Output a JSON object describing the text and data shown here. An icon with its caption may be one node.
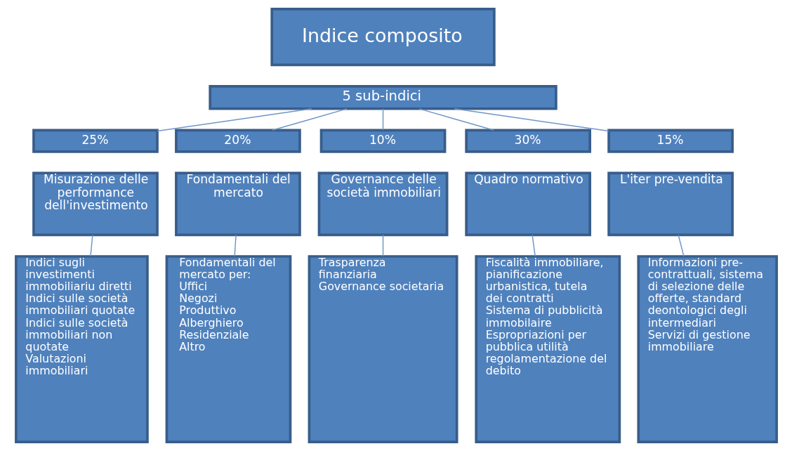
{
  "diagram": {
    "nodes": [
      {
        "text": [
          "Indice composito"
        ]
      },
      {
        "text": [
          "5 sub-indici"
        ]
      },
      {
        "text": [
          "25%"
        ]
      },
      {
        "text": [
          "20%"
        ]
      },
      {
        "text": [
          "10%"
        ]
      },
      {
        "text": [
          "30%"
        ]
      },
      {
        "text": [
          "15%"
        ]
      },
      {
        "text": [
          "Misurazione delle performance dell'investimento"
        ]
      },
      {
        "text": [
          "Fondamentali del mercato"
        ]
      },
      {
        "text": [
          "Governance delle società immobiliari"
        ]
      },
      {
        "text": [
          "Quadro normativo"
        ]
      },
      {
        "text": [
          "L'iter pre-vendita"
        ]
      },
      {
        "text": [
          "Indici sugli investimenti immobiliariu diretti",
          "Indici sulle società immobiliari quotate",
          "Indici sulle società immobiliari non quotate",
          "Valutazioni immobiliari"
        ]
      },
      {
        "text": [
          "Fondamentali del mercato per:",
          "Uffici",
          "Negozi",
          "Produttivo",
          "Alberghiero",
          "Residenziale",
          "Altro"
        ]
      },
      {
        "text": [
          "Trasparenza finanziaria",
          "Governance societaria"
        ]
      },
      {
        "text": [
          "Fiscalità immobiliare, pianificazione urbanistica, tutela dei contratti",
          "Sistema di pubblicità immobilaire",
          "Espropriazioni per pubblica utilità",
          "regolamentazione del debito"
        ]
      },
      {
        "text": [
          "Informazioni pre-contrattuali, sistema di selezione delle offerte, standard deontologici degli intermediari",
          "Servizi di gestione immobiliare"
        ]
      }
    ],
    "edges": [
      {
        "from": 1,
        "to": 2,
        "arrow": "none"
      },
      {
        "from": 1,
        "to": 3,
        "arrow": "none"
      },
      {
        "from": 1,
        "to": 4,
        "arrow": "none"
      },
      {
        "from": 1,
        "to": 5,
        "arrow": "none"
      },
      {
        "from": 1,
        "to": 6,
        "arrow": "none"
      },
      {
        "from": 7,
        "to": 12,
        "arrow": "none"
      },
      {
        "from": 8,
        "to": 13,
        "arrow": "none"
      },
      {
        "from": 9,
        "to": 14,
        "arrow": "none"
      },
      {
        "from": 10,
        "to": 15,
        "arrow": "none"
      },
      {
        "from": 11,
        "to": 16,
        "arrow": "none"
      }
    ]
  }
}
